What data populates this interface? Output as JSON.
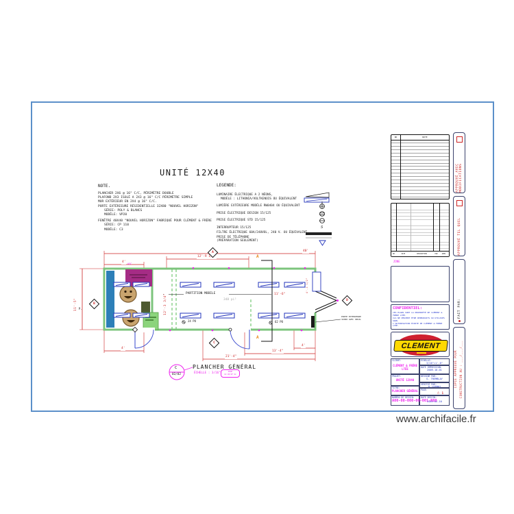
{
  "watermark": "www.archifacile.fr",
  "title": "UNITÉ 12X40",
  "note": {
    "heading": "NOTE.",
    "lines": [
      "PLANCHER 2X6 @ 16\" C/C, PÉRIMÈTRE DOUBLE",
      "PLAFOND 2X3 ISOLÉ A 2X3 @ 16\" C/C PÉRIMÈTRE SIMPLE",
      "MUR EXTÉRIEUR EN 2X4 @ 16\" C/C.",
      "PORTE EXTÉRIEURE RÉSIDENTIELLE 32X80 \"NOUVEL HORIZON\"",
      "SÉRIE: POLY & BLANCS",
      "MODÈLE: VP20",
      "FENÊTRE 40X40 \"NOUVEL HORIZON\" FABRIQUÉ POUR CLÉMENT & FRÈRE",
      "SÉRIE: CP 110",
      "MODÈLE: C3"
    ]
  },
  "legend": {
    "heading": "LEGENDE:",
    "switch_symbol": "S",
    "items": [
      "LUMINAIRE ÉLECTRIQUE A 2 NÉONS,",
      "MODÈLE :  LITHONIA/VOLTKENOIS OU ÉQUIVALENT",
      "LUMIÈRE EXTÉRIEURE MODÈLE RW0404 OU ÉQUIVALENT",
      "PRISE ÉLECTRIQUE DESIGN 15/125",
      "PRISE ÉLECTRIQUE STD 15/125",
      "INTERRUPTEUR 15/125",
      "FILTRE ÉLECTRIQUE 60A/240VOL, 240 V. OU ÉQUIVALENT",
      "PRISE DE TÉLÉPHONE",
      "(PRÉPARATION SEULEMENT)"
    ]
  },
  "plan": {
    "partition": "PARTITION MOBILE",
    "area": "348 pi²",
    "typ": "TYP.",
    "asc": "ASC",
    "po_left": "24 PO",
    "po_right": "62 PO",
    "door_note_1": "PORTE EXTERIEURE",
    "door_note_2": "32X80 AVEC SEUIL",
    "section_letter": "A",
    "markers": {
      "top": "A",
      "left": "B",
      "bottom": "C",
      "right": "D"
    },
    "dims": {
      "top": "40'",
      "top2": "12'-9 1/4\"",
      "left_small": "4'",
      "left_v": "11'-5\"",
      "mid_v": "12'-3 3/4\"",
      "mid": "11'-6\"",
      "b1": "4'",
      "b2": "13'-4\"",
      "b3": "21'-4\"",
      "bl": "4'",
      "right_v": "4'-1 1/2\""
    }
  },
  "detail": {
    "letter": "C",
    "ratio": "02/02",
    "title": "PLANCHER GÉNÉRAL",
    "scale": "ÉCHELLE : 3/16\"=1'-0\"",
    "page_line1": "PAGE",
    "page_line2": "02 DE/OF 02"
  },
  "rev_table": {
    "col_no": "NO",
    "col_note": "NOTE",
    "footer": [
      "NO",
      "DATE",
      "DESCRIPTION",
      "PAR",
      "APPR."
    ]
  },
  "zone_label": "ZONE",
  "confidential": {
    "heading": "CONFIDENTIEL:",
    "lines": [
      "CES PLANS SONT LA PROPRIÉTÉ DE CLÉMENT & FRÈRE LTÉE.",
      "ILS NE PEUVENT ÊTRE REPRODUITS OU UTILISÉS SANS",
      "L'AUTORISATION ÉCRITE DE CLÉMENT & FRÈRE LTÉE."
    ]
  },
  "logo": {
    "text": "CLEMENT"
  },
  "titleblock": {
    "client_label": "CLIENT:",
    "client_value": "CLÉMENT & FRÈRE LTÉE",
    "projet_label": "PROJET:",
    "projet_value": "UNITÉ 12X40",
    "titre_label": "TITRE:",
    "titre_value": "PLANCHER GÉNÉRAL",
    "num_label": "NUMÉRO DE DESSIN:",
    "num_value": "A00-08-000-00-001-R00",
    "echelle_label": "ÉCHELLE:",
    "echelle_value": "3/16\"=1'-0\"",
    "impression_label": "DATE IMPRESSION:",
    "impression_value": "2009-10-01",
    "dessine_label": "DESSINÉ PAR:",
    "dessine_value": "S. TREMBLAY",
    "verifie_label": "VÉRIFIÉ PAR:",
    "verifie_value": "M. CLÉMENT",
    "page_label": "PAGE:",
    "page_value": "1",
    "date_label": "DATE DESSIN:",
    "date_value": "2009-02-10"
  },
  "strips": {
    "s1": "APPROUVÉ AVEC MODIFICATIONS",
    "s2": "APPROUVÉ TEL QUEL",
    "s3": "FAIT PAR:",
    "s4a": "COPIE APPROUVÉ POUR",
    "s4b": "CONSTRUCTION AU : ___/___/___"
  }
}
